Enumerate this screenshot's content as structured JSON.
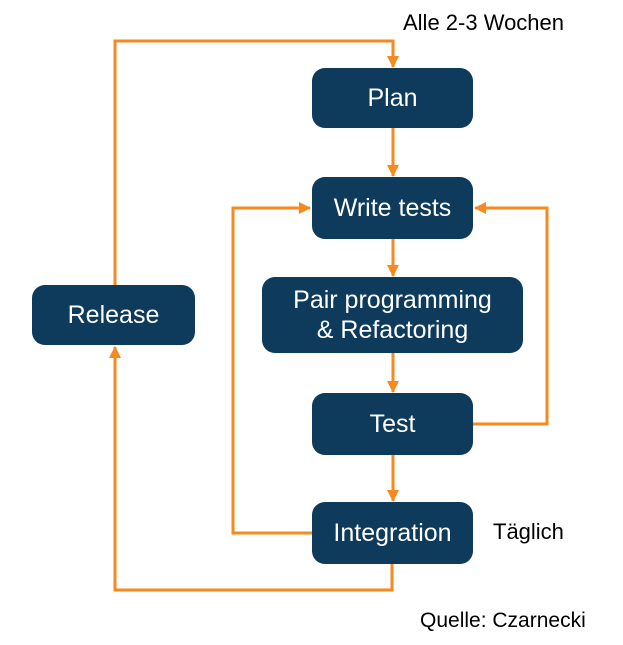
{
  "colors": {
    "node_fill": "#0e3a5c",
    "node_text": "#ffffff",
    "arrow": "#f78a1e",
    "text": "#000000",
    "background": "#ffffff"
  },
  "diagram": {
    "nodes": {
      "plan": {
        "label": "Plan"
      },
      "write_tests": {
        "label": "Write tests"
      },
      "pair": {
        "label": "Pair programming\n& Refactoring"
      },
      "test": {
        "label": "Test"
      },
      "integration": {
        "label": "Integration"
      },
      "release": {
        "label": "Release"
      }
    }
  },
  "annotations": {
    "cycle_interval": "Alle 2-3 Wochen",
    "daily": "Täglich",
    "source": "Quelle: Czarnecki"
  }
}
